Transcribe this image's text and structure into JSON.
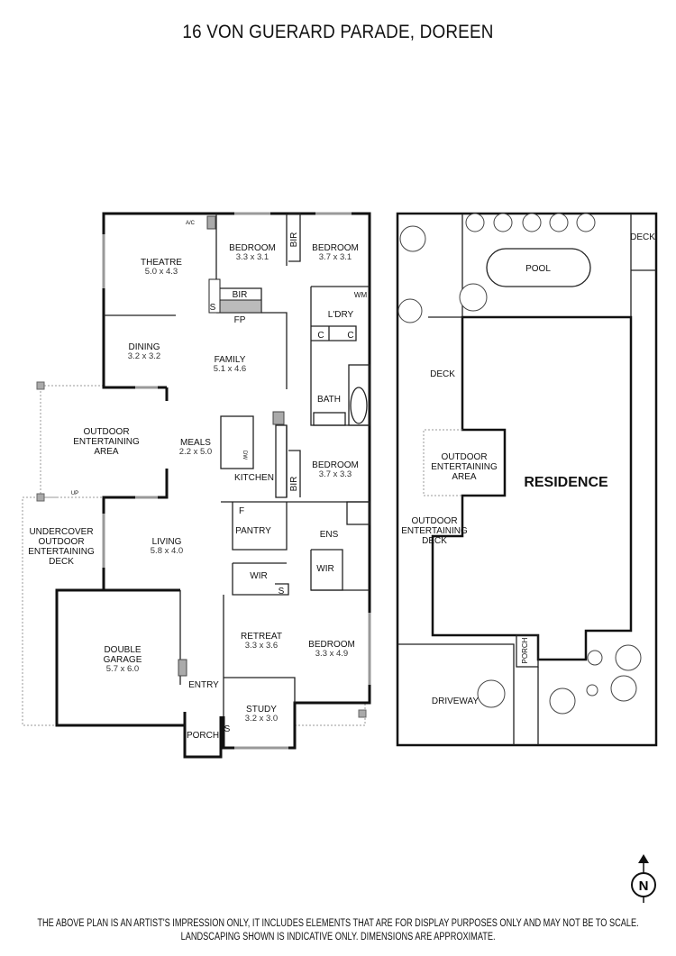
{
  "title": "16 VON GUERARD PARADE, DOREEN",
  "rooms": {
    "theatre": {
      "name": "THEATRE",
      "dim": "5.0 x 4.3"
    },
    "bed1": {
      "name": "BEDROOM",
      "dim": "3.3 x 3.1"
    },
    "bed2": {
      "name": "BEDROOM",
      "dim": "3.7 x 3.1"
    },
    "bed3": {
      "name": "BEDROOM",
      "dim": "3.7 x 3.3"
    },
    "bed4": {
      "name": "BEDROOM",
      "dim": "3.3 x 4.9"
    },
    "dining": {
      "name": "DINING",
      "dim": "3.2 x 3.2"
    },
    "family": {
      "name": "FAMILY",
      "dim": "5.1 x 4.6"
    },
    "meals": {
      "name": "MEALS",
      "dim": "2.2 x 5.0"
    },
    "living": {
      "name": "LIVING",
      "dim": "5.8 x 4.0"
    },
    "garage": {
      "name1": "DOUBLE",
      "name2": "GARAGE",
      "dim": "5.7 x 6.0"
    },
    "retreat": {
      "name": "RETREAT",
      "dim": "3.3 x 3.6"
    },
    "study": {
      "name": "STUDY",
      "dim": "3.2 x 3.0"
    },
    "outdoor": {
      "l1": "OUTDOOR",
      "l2": "ENTERTAINING",
      "l3": "AREA"
    },
    "deck": {
      "l1": "UNDERCOVER",
      "l2": "OUTDOOR",
      "l3": "ENTERTAINING",
      "l4": "DECK"
    }
  },
  "labels": {
    "bir": "BIR",
    "fp": "FP",
    "s": "S",
    "ldry": "L'DRY",
    "wm": "WM",
    "c": "C",
    "bath": "BATH",
    "kitchen": "KITCHEN",
    "dw": "DW",
    "pantry": "PANTRY",
    "f": "F",
    "ens": "ENS",
    "wir": "WIR",
    "entry": "ENTRY",
    "porch": "PORCH",
    "ac": "A/C",
    "up": "UP"
  },
  "site": {
    "residence": "RESIDENCE",
    "pool": "POOL",
    "deck": "DECK",
    "deck2": "DECK",
    "outdoor_area": [
      "OUTDOOR",
      "ENTERTAINING",
      "AREA"
    ],
    "outdoor_deck": [
      "OUTDOOR",
      "ENTERTAINING",
      "DECK"
    ],
    "driveway": "DRIVEWAY",
    "porch": "PORCH"
  },
  "north": "N",
  "footer": {
    "line1": "THE ABOVE PLAN IS AN ARTIST'S IMPRESSION ONLY, IT INCLUDES ELEMENTS THAT ARE FOR DISPLAY PURPOSES ONLY AND MAY NOT BE TO SCALE.",
    "line2": "LANDSCAPING SHOWN IS INDICATIVE ONLY. DIMENSIONS ARE APPROXIMATE."
  }
}
